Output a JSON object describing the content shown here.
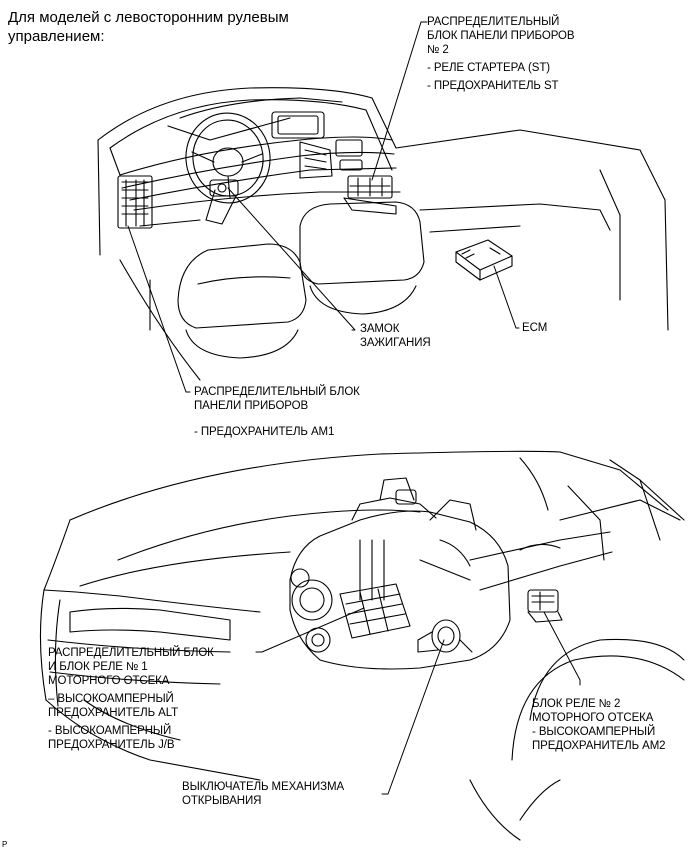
{
  "header": {
    "line1": "Для моделей с левосторонним рулевым",
    "line2": "управлением:"
  },
  "labels": {
    "jb2": {
      "line1": "РАСПРЕДЕЛИТЕЛЬНЫЙ",
      "line2": "БЛОК ПАНЕЛИ ПРИБОРОВ",
      "line3": "№ 2",
      "item1": "- РЕЛЕ СТАРТЕРА (ST)",
      "item2": "- ПРЕДОХРАНИТЕЛЬ ST"
    },
    "ignition": {
      "line1": "ЗАМОК",
      "line2": "ЗАЖИГАНИЯ"
    },
    "ecm": {
      "line1": "ECM"
    },
    "jb1": {
      "line1": "РАСПРЕДЕЛИТЕЛЬНЫЙ БЛОК",
      "line2": "ПАНЕЛИ ПРИБОРОВ",
      "item1": "- ПРЕДОХРАНИТЕЛЬ AM1"
    },
    "engine_jb": {
      "line1": "РАСПРЕДЕЛИТЕЛЬНЫЙ БЛОК",
      "line2": "И БЛОК РЕЛЕ № 1",
      "line3": "МОТОРНОГО ОТСЕКА",
      "item1a": "– ВЫСОКОАМПЕРНЫЙ",
      "item1b": "ПРЕДОХРАНИТЕЛЬ ALT",
      "item2a": "- ВЫСОКОАМПЕРНЫЙ",
      "item2b": "ПРЕДОХРАНИТЕЛЬ J/B"
    },
    "relay2": {
      "line1": "БЛОК РЕЛЕ № 2",
      "line2": "МОТОРНОГО ОТСЕКА",
      "item1a": "- ВЫСОКОАМПЕРНЫЙ",
      "item1b": "ПРЕДОХРАНИТЕЛЬ AM2"
    },
    "hood_switch": {
      "line1": "ВЫКЛЮЧАТЕЛЬ МЕХАНИЗМА",
      "line2": "ОТКРЫВАНИЯ"
    }
  },
  "footer_ref": "P"
}
